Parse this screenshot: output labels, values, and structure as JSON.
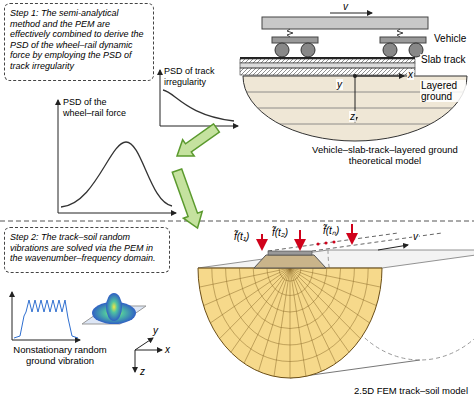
{
  "diagram": {
    "nodes": [
      {
        "text": [
          "Step 1: The semi-analytical method and the PEM are effectively combined to derive the PSD of the wheel–rail dynamic force by employing the PSD of track irregularity"
        ]
      },
      {
        "text": [
          "PSD of track irregularity"
        ]
      },
      {
        "text": [
          "Vehicle–slab-track–layered ground theoretical model"
        ]
      },
      {
        "text": [
          "PSD of the wheel–rail force"
        ]
      },
      {
        "text": [
          "Step 2: The track–soil random vibrations are solved via the PEM in the wavenumber–frequency domain."
        ]
      },
      {
        "text": [
          "2.5D FEM track–soil model"
        ]
      },
      {
        "text": [
          "Nonstationary random ground vibration"
        ]
      }
    ],
    "edges": [
      {
        "from": 1,
        "to": 3,
        "arrow": "to"
      },
      {
        "from": 3,
        "to": 5,
        "arrow": "to"
      }
    ],
    "labels": [
      "v",
      "Vehicle",
      "Slab track",
      "Layered ground",
      "x",
      "y",
      "z",
      "f̃(t₁)",
      "f̃(t₂)",
      "f̃(tₙ)",
      "v",
      "x",
      "y",
      "z"
    ]
  }
}
